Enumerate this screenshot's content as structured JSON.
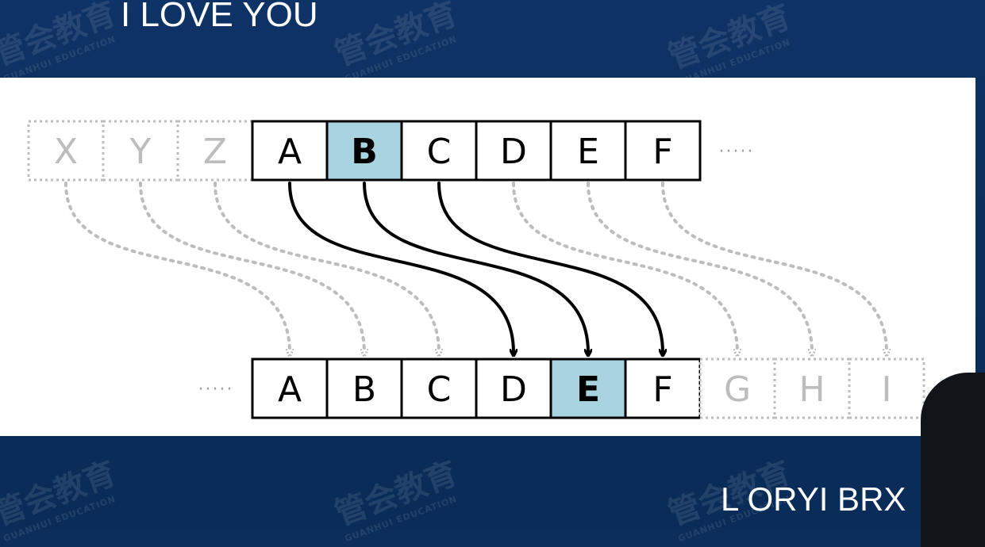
{
  "slide": {
    "plaintext": "I LOVE YOU",
    "ciphertext": "L ORYI BRX"
  },
  "watermark": {
    "chinese": "管会教育",
    "english": "GUANHUI EDUCATION"
  },
  "diagram": {
    "top_row": {
      "faded_letters": [
        "X",
        "Y",
        "Z"
      ],
      "letters": [
        "A",
        "B",
        "C",
        "D",
        "E",
        "F"
      ],
      "highlighted": "B",
      "ellipsis": "·····"
    },
    "bottom_row": {
      "ellipsis": "·····",
      "letters": [
        "A",
        "B",
        "C",
        "D",
        "E",
        "F"
      ],
      "faded_letters": [
        "G",
        "H",
        "I"
      ],
      "highlighted": "E"
    },
    "shift": 3,
    "highlight_color": "#a8d4e0",
    "faded_color": "#bdbdbd",
    "arrow_color": "#000000"
  }
}
